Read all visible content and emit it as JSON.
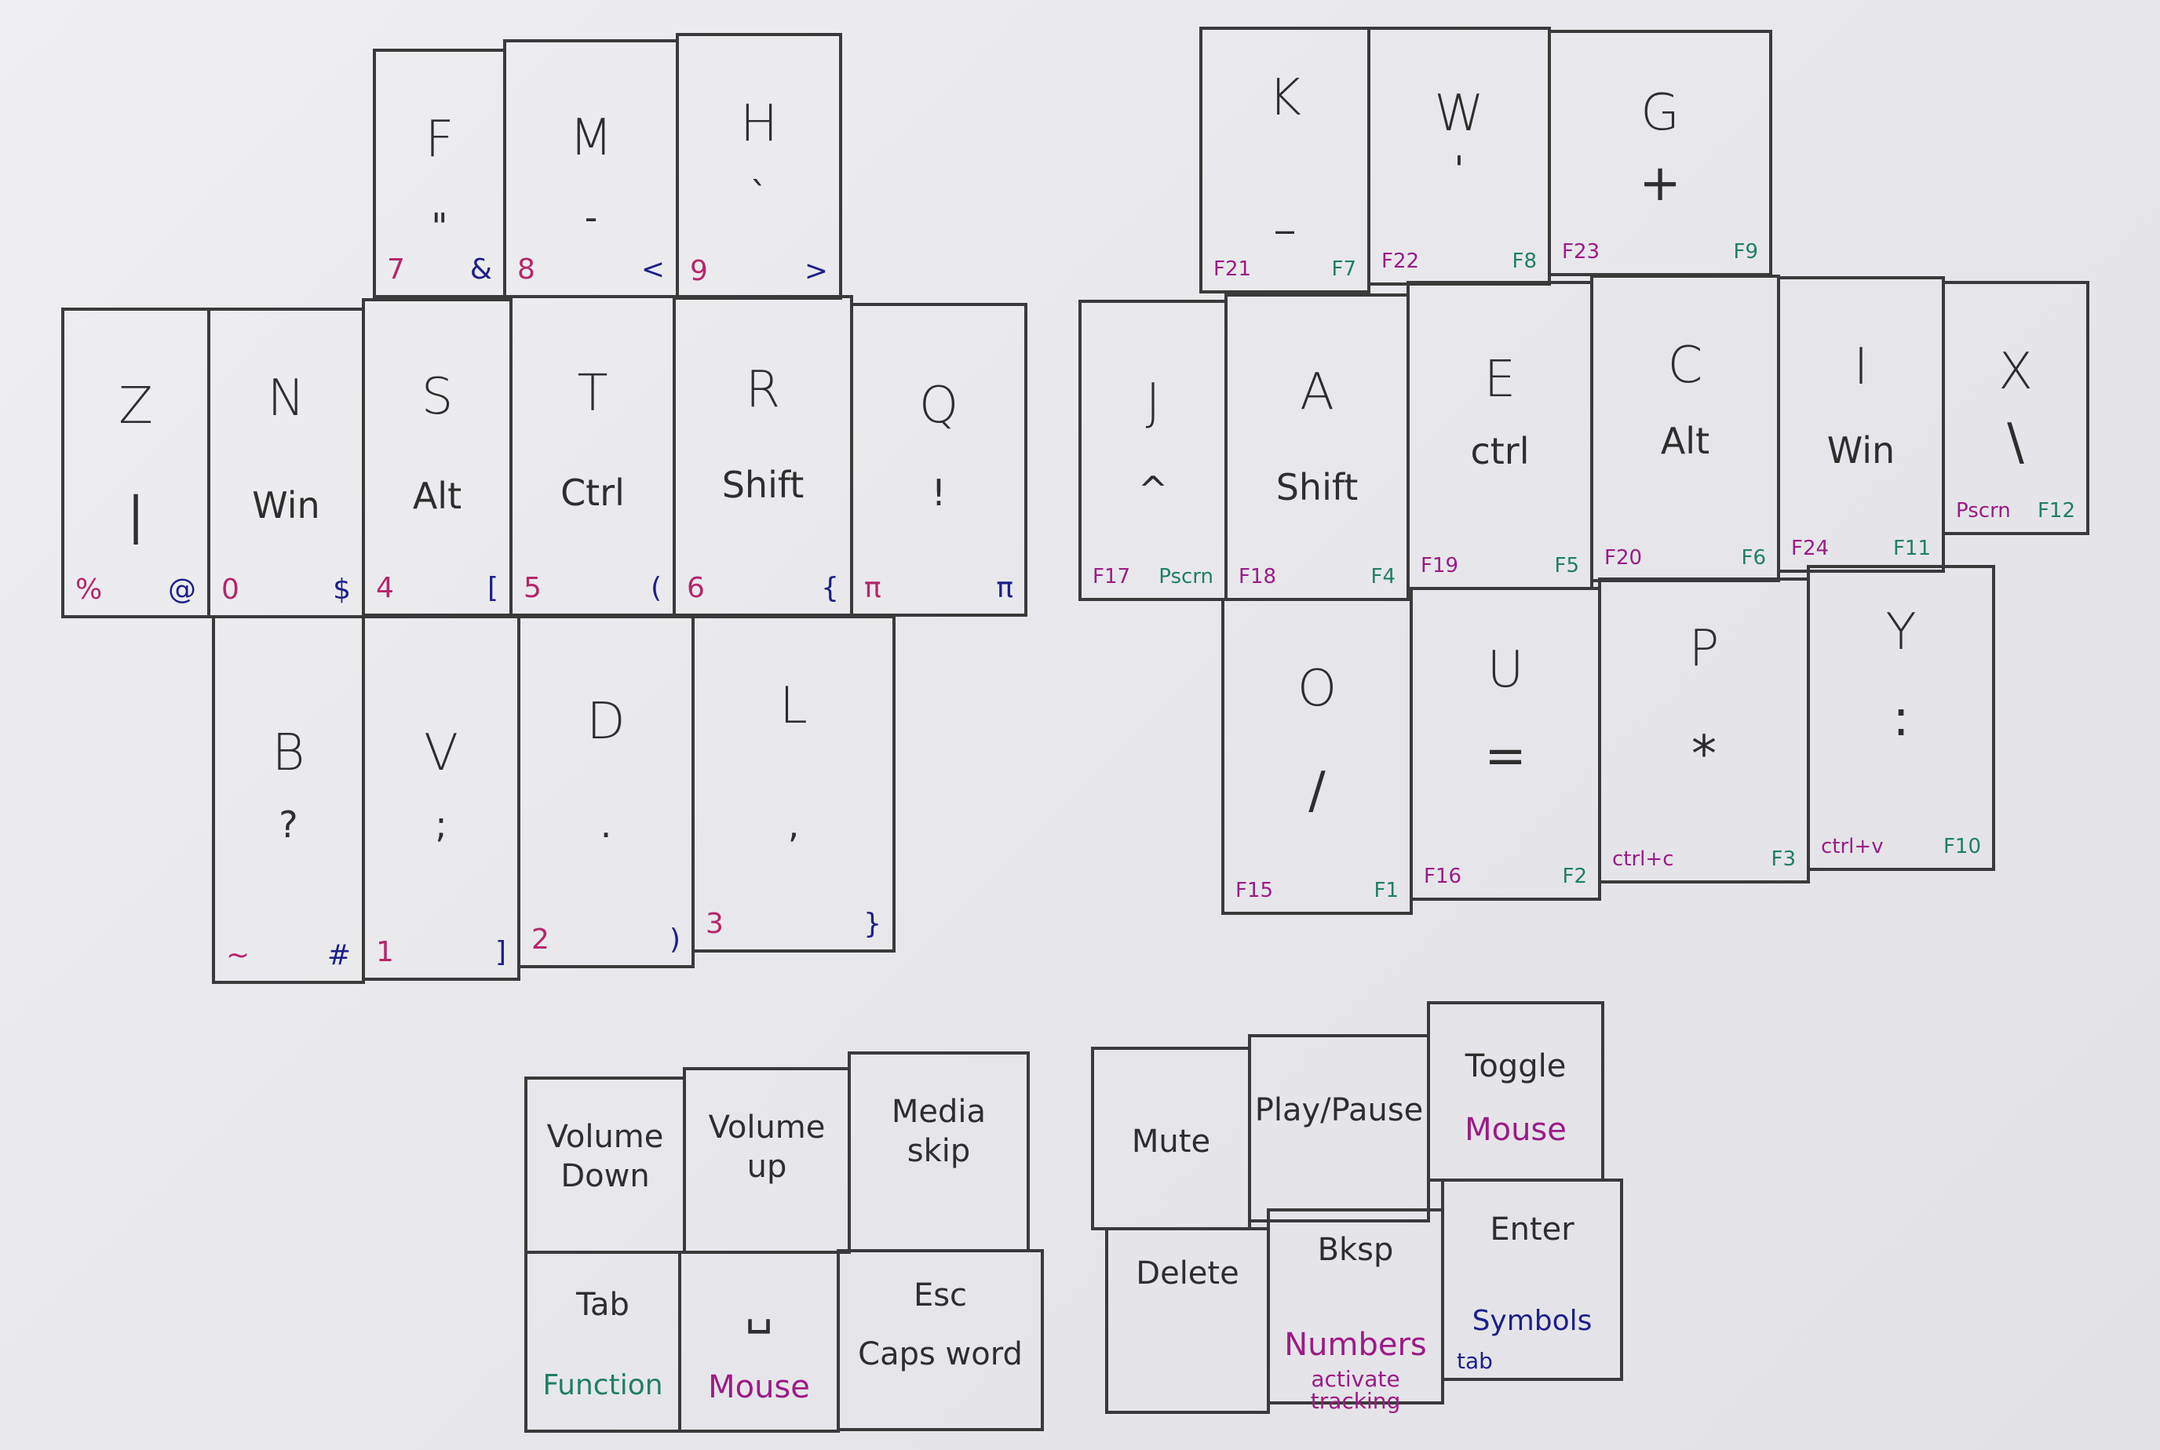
{
  "left": {
    "top": [
      {
        "main": "F",
        "sec": "\"",
        "num": "7",
        "sym": "&"
      },
      {
        "main": "M",
        "sec": "-",
        "num": "8",
        "sym": "<"
      },
      {
        "main": "H",
        "sec": "`",
        "num": "9",
        "sym": ">"
      }
    ],
    "home": [
      {
        "main": "Z",
        "sec": "|",
        "num": "%",
        "sym": "@"
      },
      {
        "main": "N",
        "sec": "Win",
        "num": "0",
        "sym": "$"
      },
      {
        "main": "S",
        "sec": "Alt",
        "num": "4",
        "sym": "["
      },
      {
        "main": "T",
        "sec": "Ctrl",
        "num": "5",
        "sym": "("
      },
      {
        "main": "R",
        "sec": "Shift",
        "num": "6",
        "sym": "{"
      },
      {
        "main": "Q",
        "sec": "!",
        "num": "π",
        "sym": "π"
      }
    ],
    "bottom": [
      {
        "main": "B",
        "sec": "?",
        "num": "~",
        "sym": "#"
      },
      {
        "main": "V",
        "sec": ";",
        "num": "1",
        "sym": "]"
      },
      {
        "main": "D",
        "sec": ".",
        "num": "2",
        "sym": ")"
      },
      {
        "main": "L",
        "sec": ",",
        "num": "3",
        "sym": "}"
      }
    ]
  },
  "right": {
    "top": [
      {
        "main": "K",
        "sec": "_",
        "fl": "F21",
        "fr": "F7"
      },
      {
        "main": "W",
        "sec": "'",
        "fl": "F22",
        "fr": "F8"
      },
      {
        "main": "G",
        "sec": "+",
        "fl": "F23",
        "fr": "F9"
      }
    ],
    "home": [
      {
        "main": "J",
        "sec": "^",
        "fl": "F17",
        "fr": "Pscrn"
      },
      {
        "main": "A",
        "sec": "Shift",
        "fl": "F18",
        "fr": "F4"
      },
      {
        "main": "E",
        "sec": "ctrl",
        "fl": "F19",
        "fr": "F5"
      },
      {
        "main": "C",
        "sec": "Alt",
        "fl": "F20",
        "fr": "F6"
      },
      {
        "main": "I",
        "sec": "Win",
        "fl": "F24",
        "fr": "F11"
      },
      {
        "main": "X",
        "sec": "\\",
        "fl": "Pscrn",
        "fr": "F12"
      }
    ],
    "bottom": [
      {
        "main": "O",
        "sec": "/",
        "fl": "F15",
        "fr": "F1"
      },
      {
        "main": "U",
        "sec": "=",
        "fl": "F16",
        "fr": "F2"
      },
      {
        "main": "P",
        "sec": "*",
        "fl": "ctrl+c",
        "fr": "F3"
      },
      {
        "main": "Y",
        "sec": ":",
        "fl": "ctrl+v",
        "fr": "F10"
      }
    ]
  },
  "thumb_left": [
    {
      "label": "Volume\nDown",
      "layer": ""
    },
    {
      "label": "Volume\nup",
      "layer": ""
    },
    {
      "label": "Media\nskip",
      "layer": ""
    },
    {
      "label": "Tab",
      "layer": "Function"
    },
    {
      "label": "␣",
      "layer": "Mouse"
    },
    {
      "label": "Esc",
      "layer": "Caps word"
    }
  ],
  "thumb_right": [
    {
      "label": "Mute",
      "layer": ""
    },
    {
      "label": "Play/Pause",
      "layer": ""
    },
    {
      "label": "Toggle",
      "layer": "Mouse"
    },
    {
      "label": "Delete",
      "layer": ""
    },
    {
      "label": "Bksp",
      "layer": "Numbers",
      "sub": "activate tracking"
    },
    {
      "label": "Enter",
      "layer": "Symbols",
      "sub": "tab"
    }
  ],
  "colors": {
    "ink": "#2e2e2e",
    "numbers": "#b5266a",
    "symbols": "#1d1f8a",
    "function": "#1f7f64",
    "mouse": "#9c1b86"
  }
}
